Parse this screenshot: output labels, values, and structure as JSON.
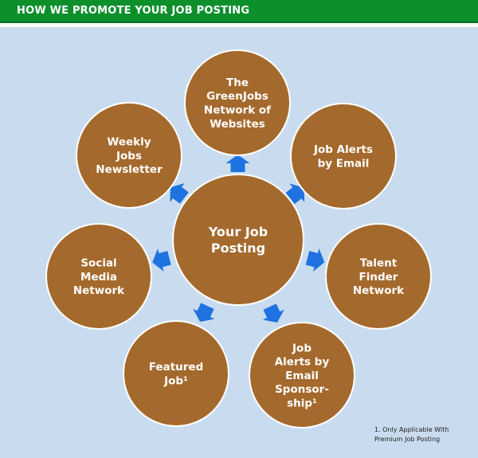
{
  "header": {
    "title": "HOW WE PROMOTE YOUR JOB POSTING",
    "bg_color": "#0d8f2c"
  },
  "colors": {
    "panel": "#c9dcef",
    "circle": "#a4692c",
    "circle_border": "#ffffff",
    "arrow": "#1e73e0",
    "label": "#ffffff"
  },
  "center": {
    "lines": [
      "Your Job",
      "Posting"
    ]
  },
  "nodes": [
    {
      "id": "greenjobs-network",
      "lines": [
        "The",
        "GreenJobs",
        "Network of",
        "Websites"
      ]
    },
    {
      "id": "job-alerts-email",
      "lines": [
        "Job Alerts",
        "by Email"
      ]
    },
    {
      "id": "talent-finder",
      "lines": [
        "Talent",
        "Finder",
        "Network"
      ]
    },
    {
      "id": "job-alerts-sponsorship",
      "lines": [
        "Job",
        "Alerts by",
        "Email",
        "Sponsor-",
        "ship¹"
      ]
    },
    {
      "id": "featured-job",
      "lines": [
        "Featured",
        "Job¹"
      ]
    },
    {
      "id": "social-media",
      "lines": [
        "Social",
        "Media",
        "Network"
      ]
    },
    {
      "id": "weekly-newsletter",
      "lines": [
        "Weekly",
        "Jobs",
        "Newsletter"
      ]
    }
  ],
  "footnote": {
    "lines": [
      "1. Only Applicable With",
      "Premium Job Posting"
    ]
  }
}
